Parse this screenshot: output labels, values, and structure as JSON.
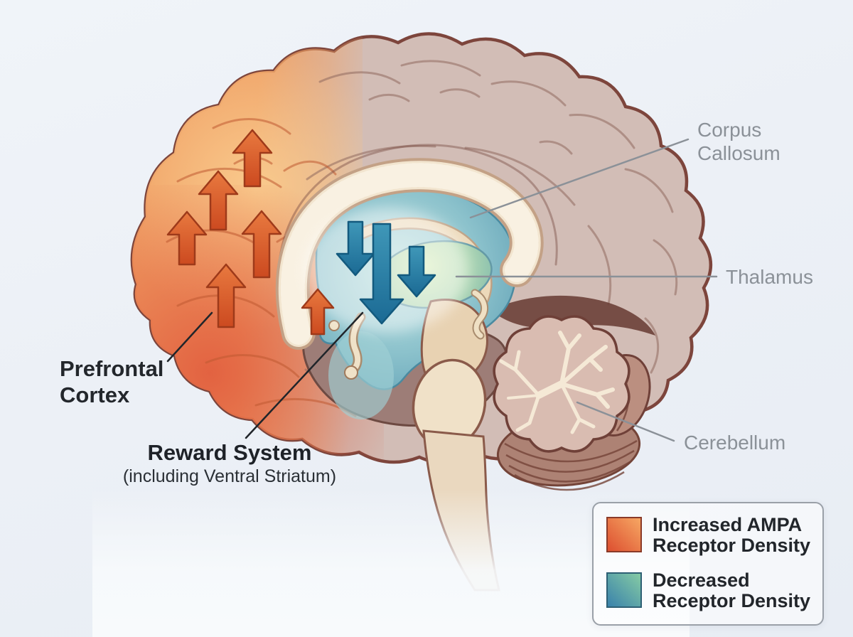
{
  "labels": {
    "corpus_callosum": {
      "line1": "Corpus",
      "line2": "Callosum"
    },
    "thalamus": "Thalamus",
    "cerebellum": "Cerebellum",
    "prefrontal": {
      "line1": "Prefrontal",
      "line2": "Cortex"
    },
    "reward": {
      "title": "Reward System",
      "subtitle": "(including Ventral Striatum)"
    }
  },
  "legend": {
    "items": [
      {
        "line1": "Increased AMPA",
        "line2": "Receptor Density",
        "swatch_style": "background:linear-gradient(45deg,#dd4f30,#f6a763);border-color:#8a3a28;"
      },
      {
        "line1": "Decreased",
        "line2": "Receptor Density",
        "swatch_style": "background:linear-gradient(45deg,#3a82ab,#85cba4);border-color:#2d5f74;"
      }
    ]
  },
  "annotations": {
    "increase_arrows": 6,
    "decrease_arrows": 3,
    "increase_direction": "up",
    "decrease_direction": "down"
  },
  "colors": {
    "background": "#eef2f7",
    "increase_accent": "#dd5535",
    "decrease_accent": "#3a82ab",
    "label_gray": "#8b9198",
    "label_dark": "#23272c",
    "brain_outline": "#7d453c"
  }
}
